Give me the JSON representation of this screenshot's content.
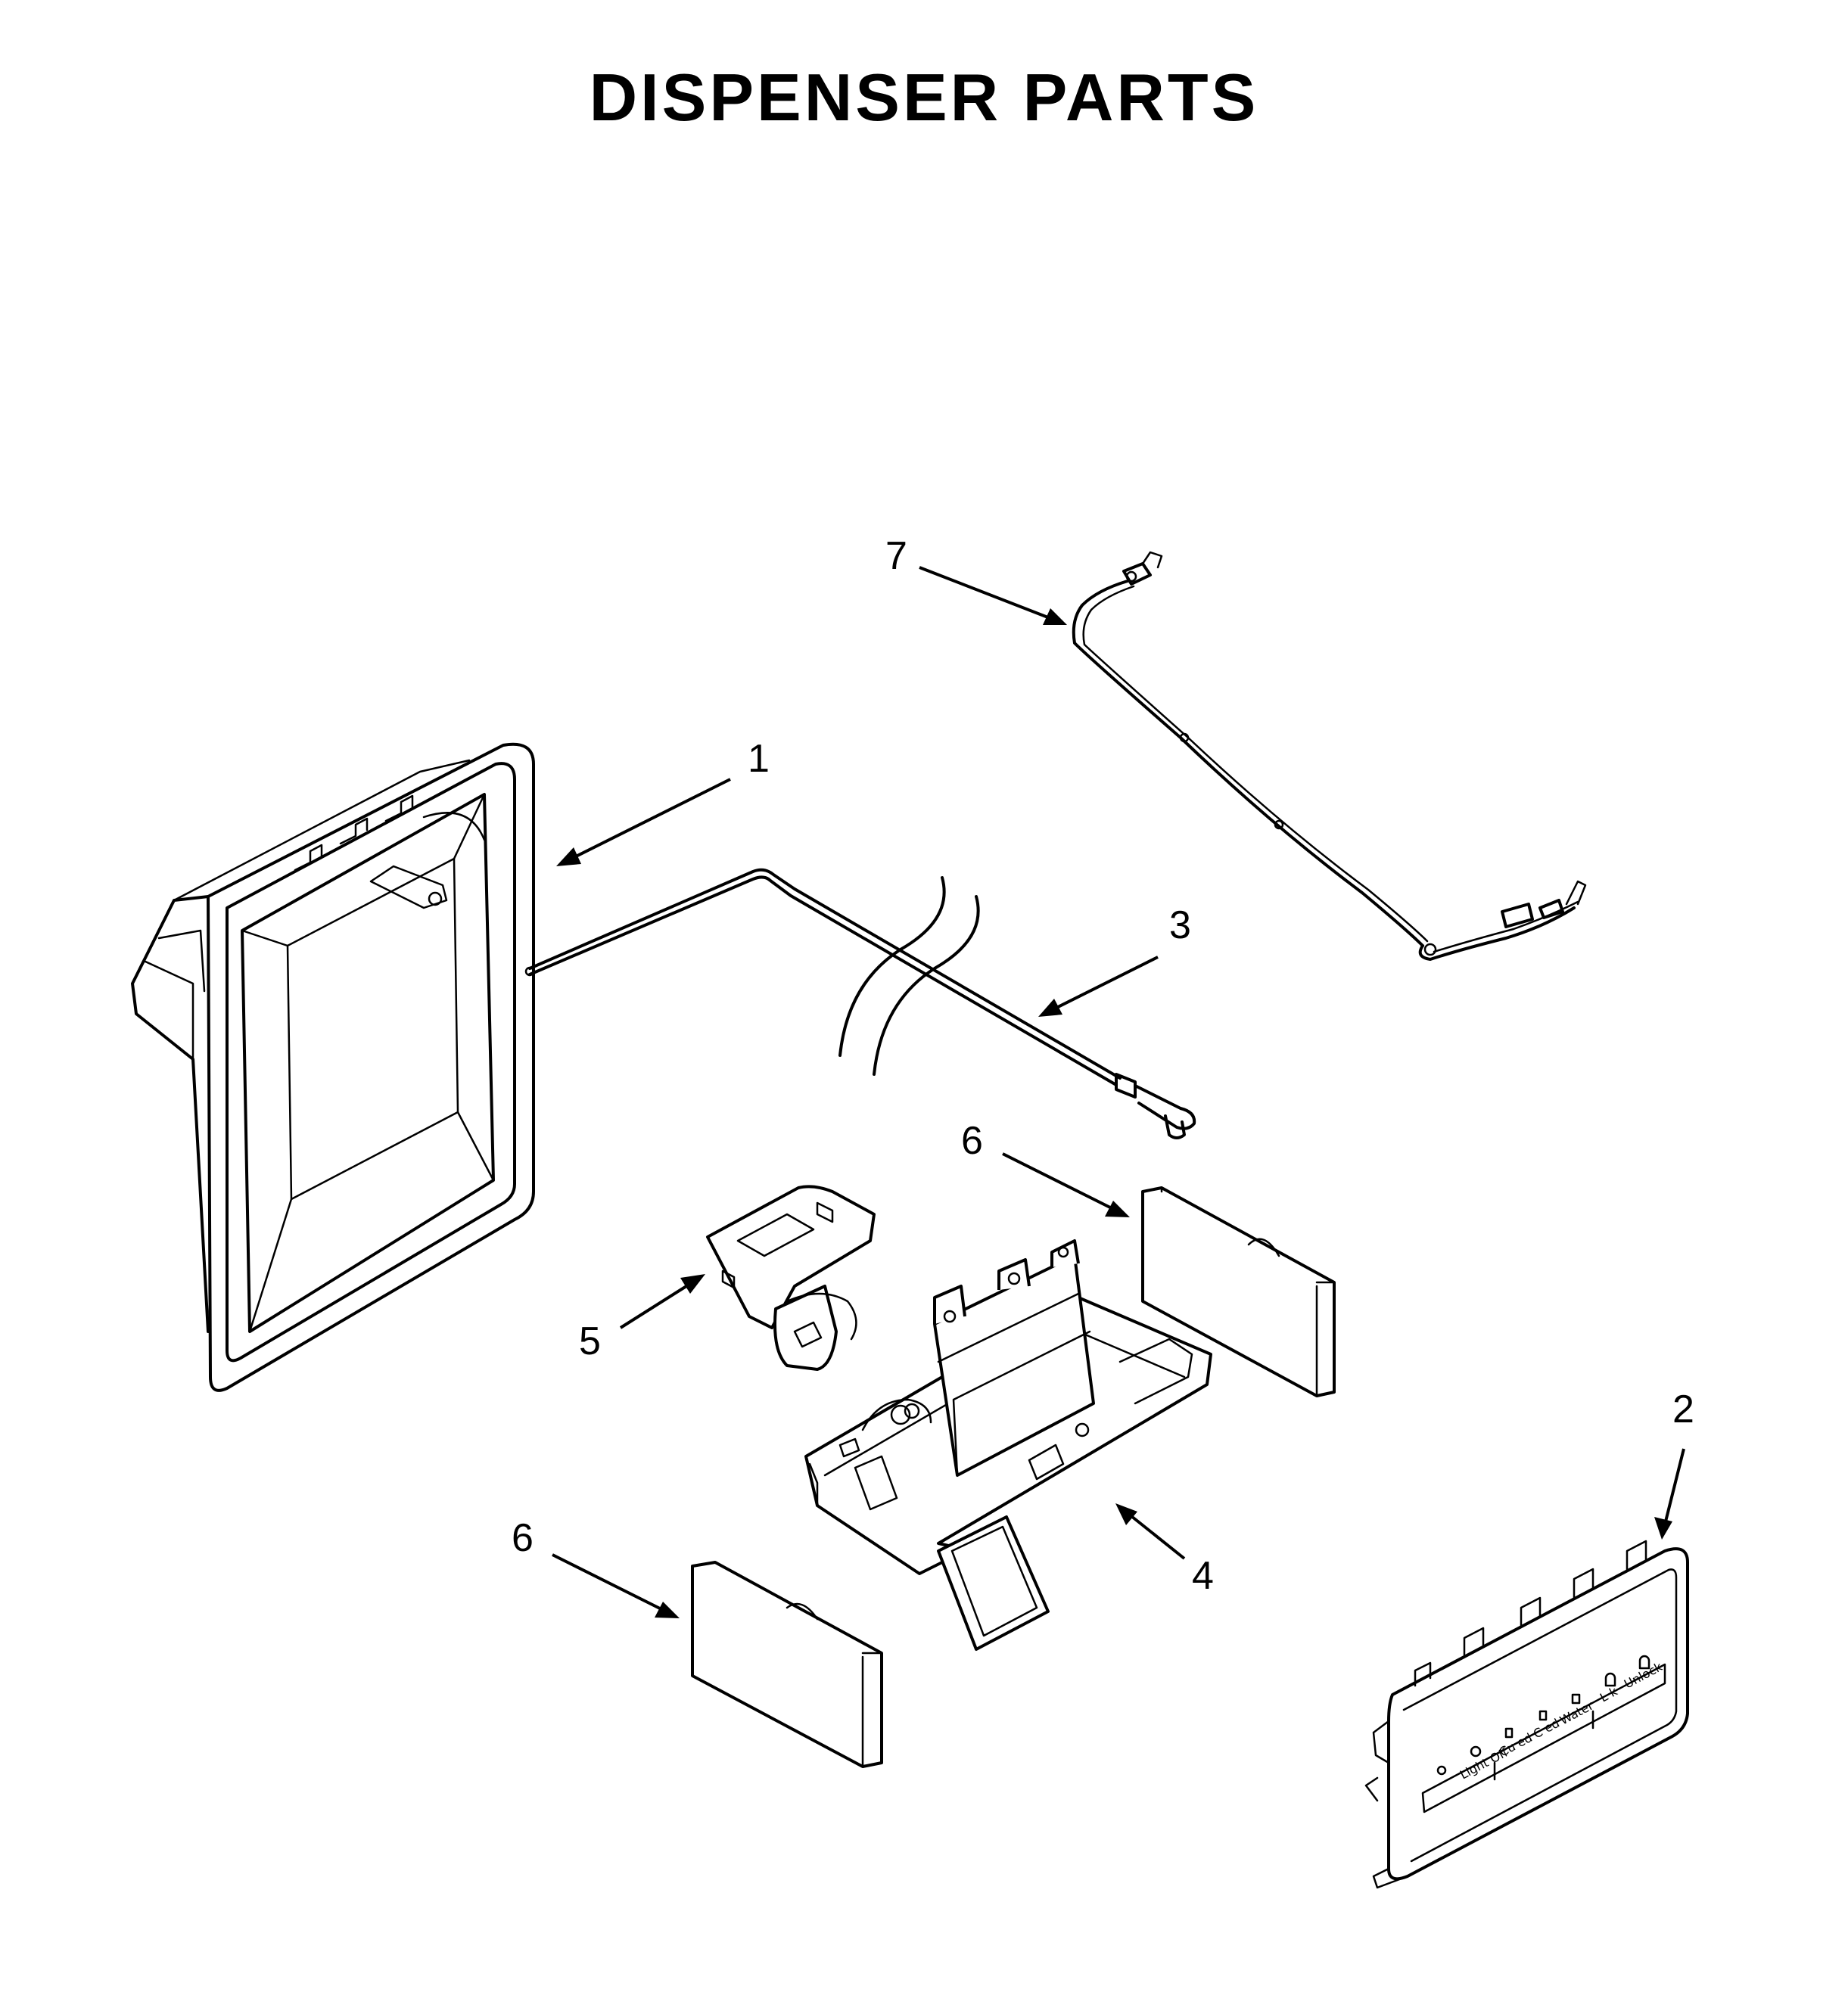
{
  "title": "DISPENSER PARTS",
  "callouts": {
    "c1": "1",
    "c2": "2",
    "c3": "3",
    "c4": "4",
    "c5": "5",
    "c6a": "6",
    "c6b": "6",
    "c7": "7"
  },
  "control_panel_labels": {
    "light": "Light\nOff",
    "cubed": "Cu ed",
    "crushed": "C  ed",
    "water": "Water",
    "lock": "L  k",
    "unlock": "Unlock"
  }
}
